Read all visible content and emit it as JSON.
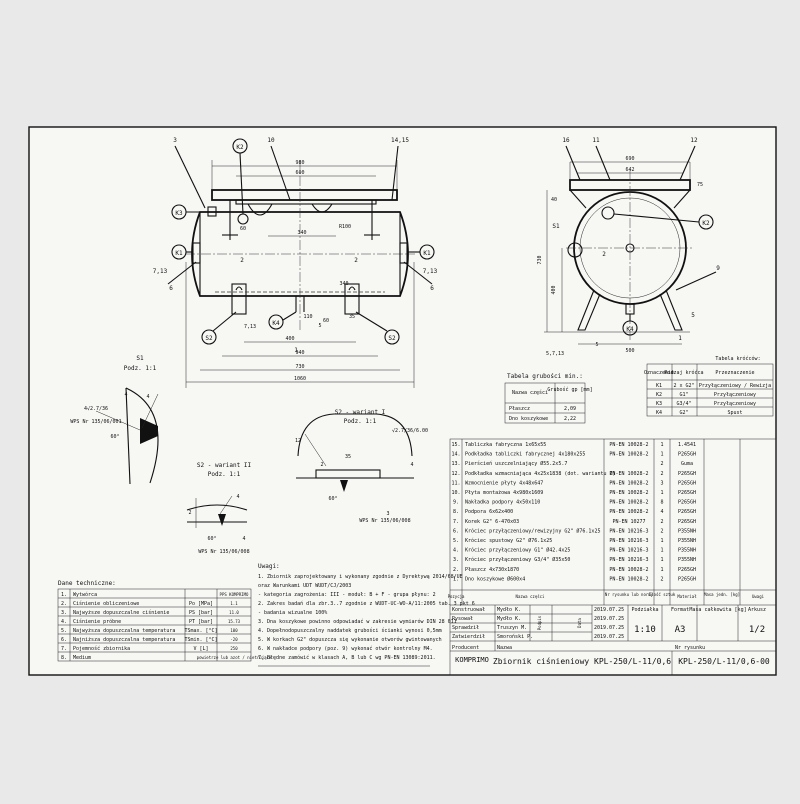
{
  "views": {
    "front": {
      "callouts": [
        "3",
        "K2",
        "10",
        "14,15",
        "K3",
        "K1",
        "K1",
        "7,13",
        "7,13",
        "6",
        "6",
        "2",
        "2",
        "S2",
        "S2",
        "K4",
        "1"
      ],
      "dims": [
        "980",
        "600",
        "60",
        "340",
        "R100",
        "340",
        "35",
        "110",
        "5",
        "60",
        "7,13",
        "400",
        "940",
        "730",
        "1060"
      ]
    },
    "side": {
      "callouts": [
        "16",
        "11",
        "12",
        "K2",
        "S1",
        "9",
        "K4",
        "5",
        "1",
        "2"
      ],
      "dims": [
        "690",
        "642",
        "40",
        "75",
        "400",
        "730",
        "500",
        "5,7,13",
        "5"
      ]
    }
  },
  "sections": {
    "s1": {
      "title": "S1",
      "sub": "Podz. 1:1",
      "dims": [
        "4",
        "4",
        "4√2.7/36",
        "WPS Nr 135/06/001",
        "60°"
      ]
    },
    "s2_var1": {
      "title": "S2 - wariant I",
      "sub": "Podz. 1:1",
      "dims": [
        "12",
        "35",
        "2",
        "4",
        "60°",
        "√2.7/36/6.00",
        "3",
        "WPS Nr 135/06/008"
      ]
    },
    "s2_var2": {
      "title": "S2 - wariant II",
      "sub": "Podz. 1:1",
      "dims": [
        "4",
        "2",
        "60°",
        "4",
        "WPS Nr 135/06/008"
      ]
    }
  },
  "thickness_table": {
    "caption": "Tabela grubości min.:",
    "headers": [
      "Nazwa części",
      "Grubość gp [mm]"
    ],
    "rows": [
      [
        "Płaszcz",
        "2,09"
      ],
      [
        "Dno koszykowe",
        "2,22"
      ]
    ]
  },
  "nozzle_table": {
    "caption": "Tabela króćców:",
    "headers": [
      "Oznaczenie",
      "Rodzaj króćca",
      "Przeznaczenie"
    ],
    "rows": [
      [
        "K1",
        "2 x G2\"",
        "Przyłączeniowy / Rewizja"
      ],
      [
        "K2",
        "G1\"",
        "Przyłączeniowy"
      ],
      [
        "K3",
        "G3/4\"",
        "Przyłączeniowy"
      ],
      [
        "K4",
        "G2\"",
        "Spust"
      ]
    ]
  },
  "tech_data": {
    "caption": "Dane techniczne:",
    "rows": [
      [
        "1.",
        "Wytwórca",
        "",
        "PPS KOMPRIMO"
      ],
      [
        "2.",
        "Ciśnienie obliczeniowe",
        "Po [MPa]",
        "1.1"
      ],
      [
        "3.",
        "Najwyższe dopuszczalne ciśnienie",
        "PS [bar]",
        "11.0"
      ],
      [
        "4.",
        "Ciśnienie próbne",
        "PT [bar]",
        "15.73"
      ],
      [
        "5.",
        "Najwyższa dopuszczalna temperatura",
        "TSmax. [°C]",
        "100"
      ],
      [
        "6.",
        "Najniższa dopuszczalna temperatura",
        "TSmin. [°C]",
        "-20"
      ],
      [
        "7.",
        "Pojemność zbiornika",
        "V [L]",
        "250"
      ],
      [
        "8.",
        "Medium",
        "",
        "powietrze lub azot / nietrujące"
      ]
    ]
  },
  "notes": {
    "caption": "Uwagi:",
    "lines": [
      "1. Zbiornik zaprojektowany i wykonany zgodnie z Dyrektywą 2014/68/UE",
      "oraz Warunkami UDT WUDT/CJ/2003",
      "- kategoria zagrożenia: III      - moduł: B + F      - grupa płynu: 2",
      "2. Zakres badań dla zbr.3..7 zgodnie z WUDT-UC-WO-A/11:2005 tab. 3 pkt 6",
      "- badania wizualne 100%",
      "3. Dna koszykowe powinno odpowiadać w zakresie wymiarów DIN 28 011",
      "4. Dopełnodopuszczalny naddatek grubości ścianki wynosi 0,5mm",
      "5. W korkach G2\" dopuszcza się wykonanie otworów gwintowanych",
      "6. W nakładce podpory (poz. 9) wykonać otwór kontrolny M4.",
      "7. Błędne zamówić w klasach A, B lub C wg PN-EN 13089:2011."
    ]
  },
  "bom": {
    "rows": [
      [
        "15.",
        "Tabliczka fabryczna 1x65x55",
        "PN-EN 10028-2",
        "1",
        "1.4541"
      ],
      [
        "14.",
        "Podkładka tabliczki fabrycznej 4x180x255",
        "PN-EN 10028-2",
        "1",
        "P265GH"
      ],
      [
        "13.",
        "Pierścień uszczelniający Ø55.2x5.7",
        "",
        "2",
        "Guma"
      ],
      [
        "12.",
        "Podkładka wzmacniająca 4x25x1838 (dot. wariantu I)",
        "PN-EN 10028-2",
        "2",
        "P265GH"
      ],
      [
        "11.",
        "Wzmocnienie płyty 4x48x647",
        "PN-EN 10028-2",
        "3",
        "P265GH"
      ],
      [
        "10.",
        "Płyta montażowa 4x980x1609",
        "PN-EN 10028-2",
        "1",
        "P265GH"
      ],
      [
        "9.",
        "Nakładka podpory 4x50x110",
        "PN-EN 10028-2",
        "8",
        "P265GH"
      ],
      [
        "8.",
        "Podpora 6x62x400",
        "PN-EN 10028-2",
        "4",
        "P265GH"
      ],
      [
        "7.",
        "Korek G2\" 6-470x03",
        "PN-EN 10277",
        "2",
        "P265GH"
      ],
      [
        "6.",
        "Króciec przyłączeniowy/rewizyjny G2\" Ø76.1x25",
        "PN-EN 10216-3",
        "2",
        "P355NH"
      ],
      [
        "5.",
        "Króciec spustowy G2\" Ø76.1x25",
        "PN-EN 10216-3",
        "1",
        "P355NH"
      ],
      [
        "4.",
        "Króciec przyłączeniowy G1\" Ø42.4x25",
        "PN-EN 10216-3",
        "1",
        "P355NH"
      ],
      [
        "3.",
        "Króciec przyłączeniowy G3/4\" Ø35x50",
        "PN-EN 10216-3",
        "1",
        "P355NH"
      ],
      [
        "2.",
        "Płaszcz 4x730x1870",
        "PN-EN 10028-2",
        "1",
        "P265GH"
      ],
      [
        "1.",
        "Dno koszykowe Ø600x4",
        "PN-EN 10028-2",
        "2",
        "P265GH"
      ]
    ],
    "headers": [
      "Pozycja",
      "Nazwa części",
      "Nr rysunku lub normy",
      "Ilość sztuk",
      "Materiał",
      "Masa jedn. [kg]",
      "Uwagi"
    ]
  },
  "title_block": {
    "roles": [
      "Konstruował",
      "Rysował",
      "Sprawdził",
      "Zatwierdził"
    ],
    "names": [
      "Mydło K.",
      "Mydło K.",
      "Truszyn M.",
      "Smoroński P."
    ],
    "dates": [
      "2019.07.25",
      "2019.07.25",
      "2019.07.25",
      "2019.07.25"
    ],
    "scale_label": "Podziałka",
    "scale": "1:10",
    "format_label": "Format",
    "format": "A3",
    "mass_label": "Masa całkowita [kg]",
    "sheet_label": "Arkusz",
    "sheet": "1/2",
    "producer_label": "Producent",
    "producer": "KOMPRIMO",
    "name_label": "Nazwa",
    "name": "Zbiornik ciśnieniowy KPL-250/L-11/0,6",
    "drawing_no_label": "Nr rysunku",
    "drawing_no": "KPL-250/L-11/0,6-00",
    "podpis": "Podpis",
    "data_label": "Data"
  }
}
